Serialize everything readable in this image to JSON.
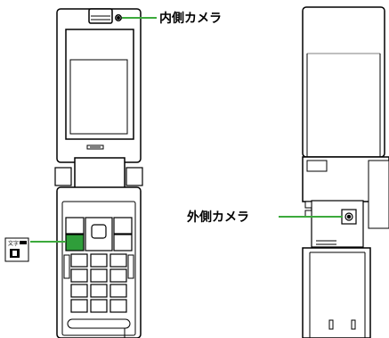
{
  "callouts": {
    "inner_camera": "内側カメラ",
    "outer_camera": "外側カメラ"
  },
  "key_icon": {
    "label": "文字"
  },
  "colors": {
    "callout_line": "#3caa3c",
    "highlight_key": "#2f9e3a",
    "outline": "#000000"
  }
}
